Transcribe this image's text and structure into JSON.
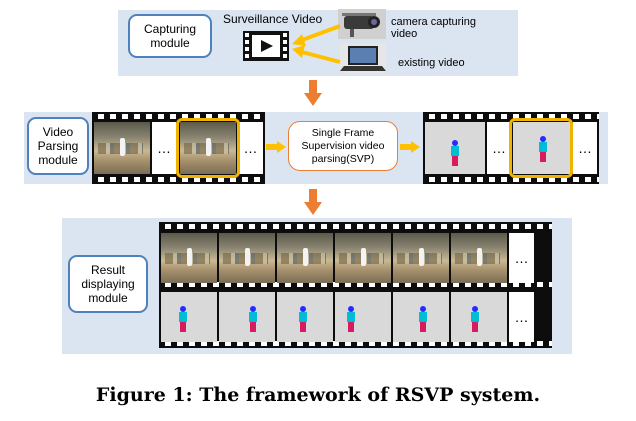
{
  "capturing": {
    "module_label": "Capturing\nmodule",
    "title": "Surveillance Video",
    "camera_label": "camera capturing\nvideo",
    "laptop_label": "existing video"
  },
  "parsing": {
    "module_label": "Video\nParsing\nmodule",
    "svp_label": "Single Frame\nSupervision video\nparsing(SVP)",
    "ellipsis": "…"
  },
  "result": {
    "module_label": "Result\ndisplaying\nmodule",
    "ellipsis": "…"
  },
  "caption": "Figure 1: The framework of RSVP system.",
  "colors": {
    "panel": "#dbe5f1",
    "module_border": "#4f81bd",
    "flow_arrow": "#ed7d31",
    "input_arrow": "#ffc000",
    "highlight": "#f0b400"
  },
  "icons": [
    "film-icon",
    "camera-icon",
    "laptop-icon"
  ]
}
